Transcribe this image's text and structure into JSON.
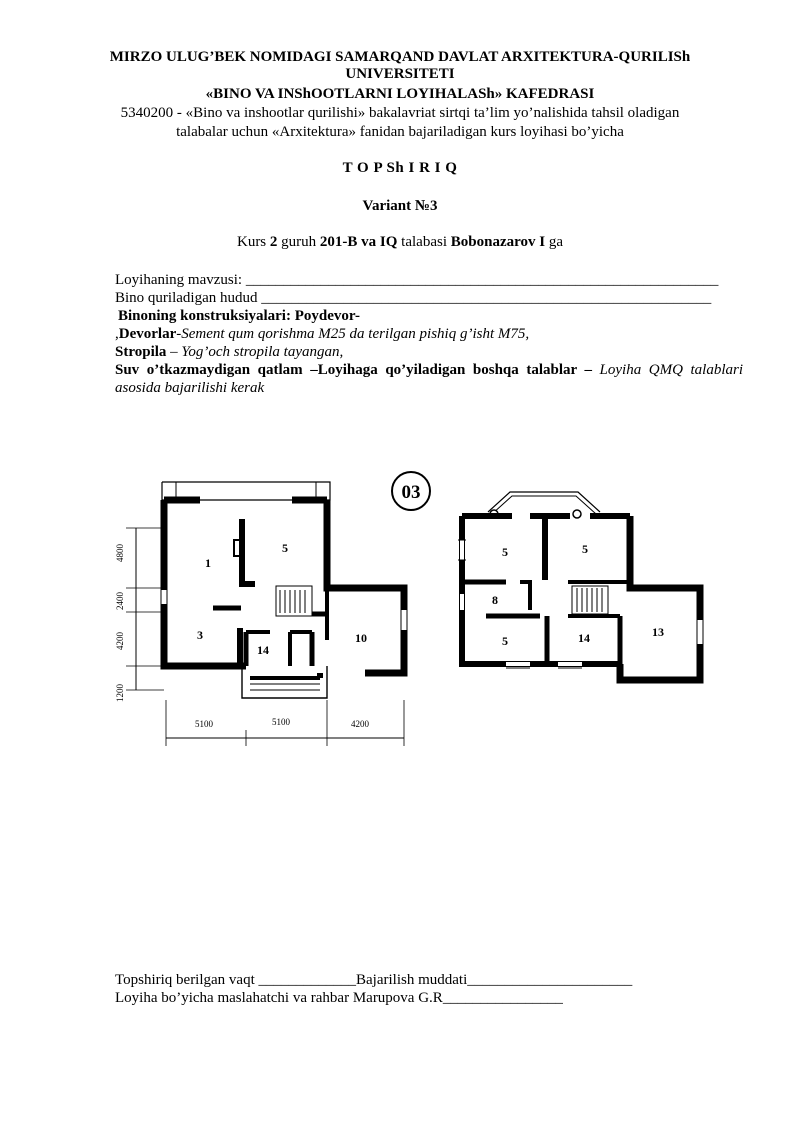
{
  "header": {
    "line1": "MIRZO ULUG’BEK NOMIDAGI SAMARQAND DAVLAT ARXITEKTURA-QURILISh",
    "line2": "UNIVERSITETI",
    "line3": "«BINO VA INShOOTLARNI LOYIHALASh» KAFEDRASI",
    "line4": "5340200 - «Bino va inshootlar qurilishi»  bakalavriat  sirtqi ta’lim yo’nalishida tahsil oladigan",
    "line5": "talabalar uchun «Arxitektura» fanidan bajariladigan kurs loyihasi bo’yicha"
  },
  "title": "T O P Sh I R I Q",
  "variant": "Variant №3",
  "student": {
    "pre": "Kurs ",
    "course": "2",
    "mid1": " guruh ",
    "group": "201-B va IQ",
    "mid2": " talabasi ",
    "name": "Bobonazarov I",
    "post": " ga"
  },
  "fields": {
    "topic_label": "Loyihaning mavzusi: ",
    "topic_line": "_______________________________________________________________",
    "region_label": "Bino quriladigan hudud ",
    "region_line": "____________________________________________________________",
    "constructions_label": "Binoning konstruksiyalari:",
    "foundation_label": " Poydevor-",
    "walls_prefix": ",",
    "walls_label": "Devorlar",
    "walls_value": "-Sement qum qorishma M25 da terilgan pishiq g’isht M75,",
    "roof_label": "Stropila",
    "roof_dash": " – ",
    "roof_value": "Yog’och stropila tayangan,",
    "waterproof_label": "Suv o’tkazmaydigan qatlam",
    "waterproof_dash": " –",
    "other_label": "Loyihaga qo’yiladigan boshqa talablar",
    "other_dash": " – ",
    "other_value": "Loyiha QMQ talablari asosida bajarilishi kerak"
  },
  "drawing": {
    "badge": "03",
    "plan1_rooms": [
      "1",
      "5",
      "3",
      "14",
      "10"
    ],
    "plan2_rooms": [
      "5",
      "5",
      "8",
      "5",
      "14",
      "13"
    ],
    "dims_vertical": [
      "4800",
      "2400",
      "4200",
      "1200"
    ],
    "dims_horizontal": [
      "5100",
      "5100",
      "4200"
    ]
  },
  "footer": {
    "issued_label": "Topshiriq berilgan vaqt ",
    "issued_line": "_____________",
    "deadline_label": "Bajarilish muddati",
    "deadline_line": "______________________",
    "advisor_label": "Loyiha bo’yicha maslahatchi va rahbar Marupova G.R",
    "advisor_line": "________________"
  }
}
